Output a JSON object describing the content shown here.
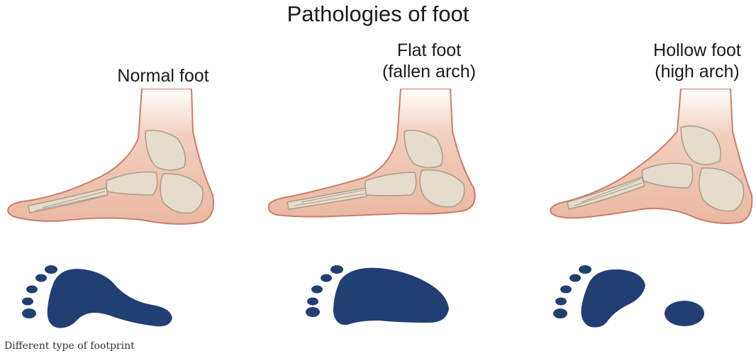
{
  "title": "Pathologies of foot",
  "panels": [
    {
      "id": "normal",
      "label_lines": [
        "Normal foot"
      ]
    },
    {
      "id": "flat",
      "label_lines": [
        "Flat foot",
        "(fallen arch)"
      ]
    },
    {
      "id": "hollow",
      "label_lines": [
        "Hollow foot",
        "(high arch)"
      ]
    }
  ],
  "caption": "Different type of footprint",
  "colors": {
    "footprint": "#213f73",
    "skin": "#f2cfbd",
    "skin_outline": "#c97d6d",
    "bone": "#e6dccb",
    "bone_outline": "#a99a87",
    "text": "#1a1a1a"
  }
}
